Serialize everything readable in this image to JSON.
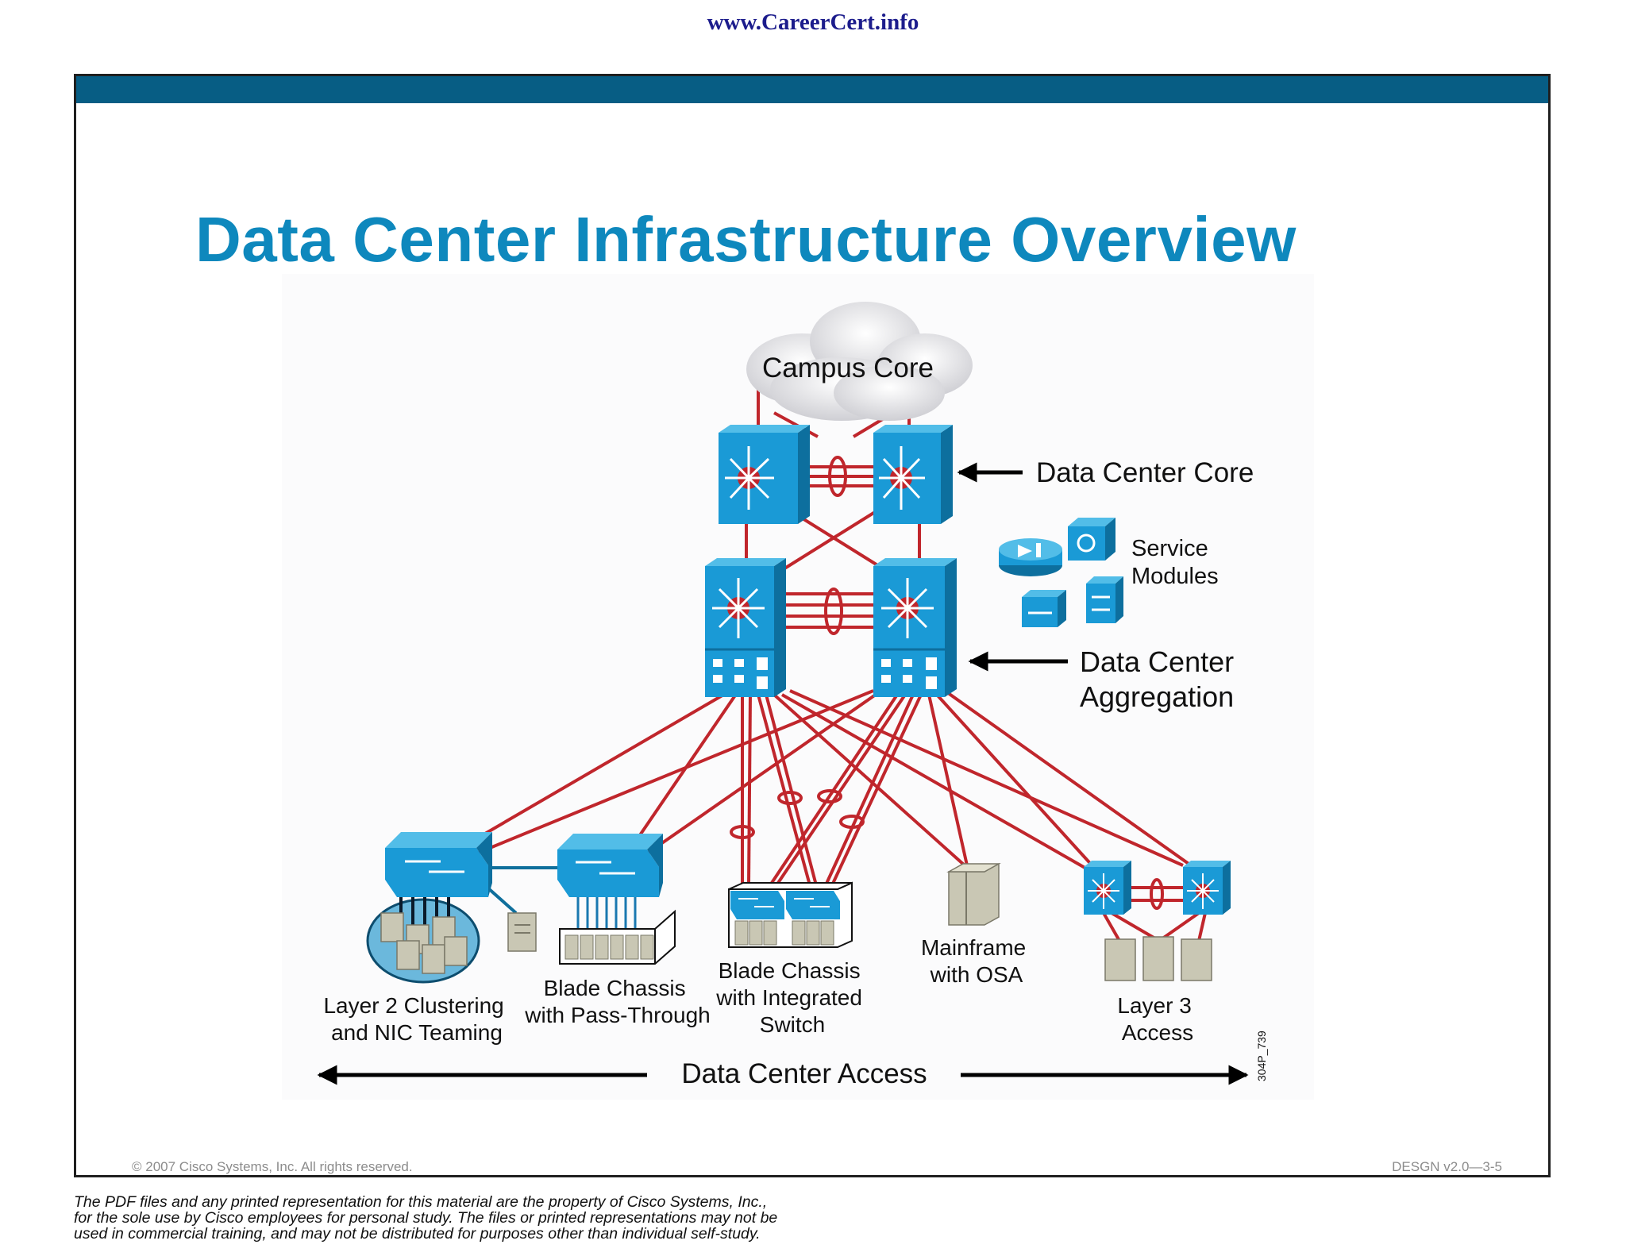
{
  "header": {
    "site_url": "www.CareerCert.info"
  },
  "slide": {
    "title": "Data Center Infrastructure Overview",
    "copyright": "© 2007 Cisco Systems, Inc. All rights reserved.",
    "slide_code": "DESGN v2.0—3-5"
  },
  "diagram": {
    "cloud_label": "Campus Core",
    "core_label": "Data Center Core",
    "service_modules_label": [
      "Service",
      "Modules"
    ],
    "aggregation_label": [
      "Data Center",
      "Aggregation"
    ],
    "access_groups": [
      {
        "lines": [
          "Layer 2 Clustering",
          "and NIC Teaming"
        ]
      },
      {
        "lines": [
          "Blade Chassis",
          "with Pass-Through"
        ]
      },
      {
        "lines": [
          "Blade Chassis",
          "with Integrated",
          "Switch"
        ]
      },
      {
        "lines": [
          "Mainframe",
          "with OSA"
        ]
      },
      {
        "lines": [
          "Layer 3",
          "Access"
        ]
      }
    ],
    "access_label": "Data Center Access",
    "figure_id": "304P_739",
    "colors": {
      "link": "#c0262c",
      "device": "#1a9ad6",
      "device_dark": "#0d6f9e",
      "server": "#c9c7b4",
      "arrow": "#000000"
    }
  },
  "footer": {
    "disclaimer": "The PDF files and any printed representation for this material are the property of Cisco Systems, Inc.,\nfor the sole use by Cisco employees for personal study. The files or printed representations may not be\nused in commercial training, and may not be distributed for purposes other than individual self-study."
  }
}
